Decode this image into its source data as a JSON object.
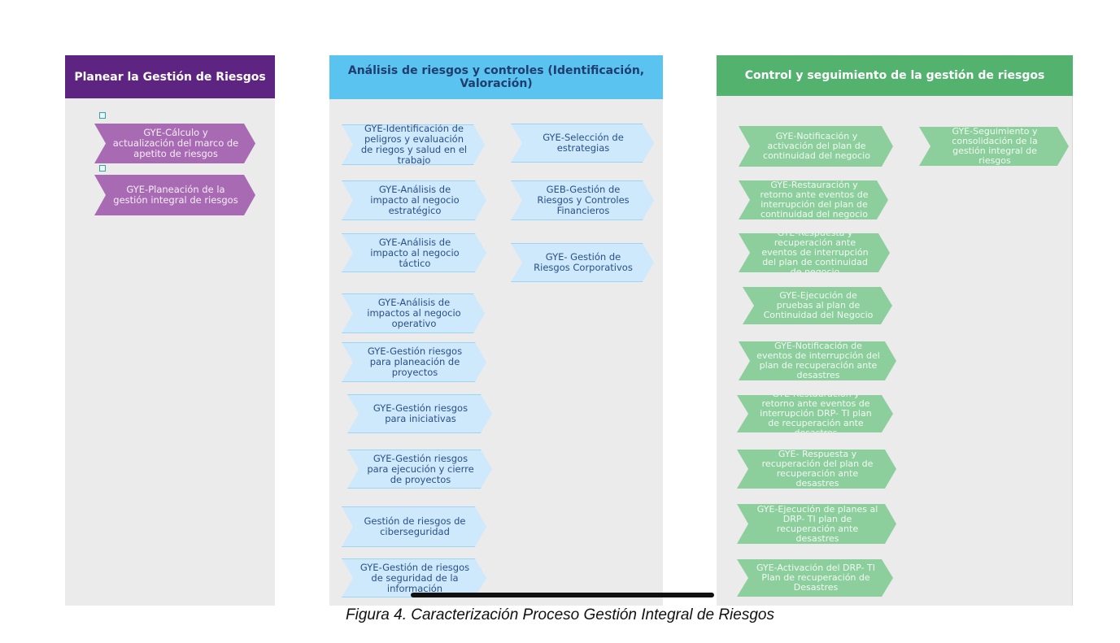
{
  "lanes": [
    {
      "title": "Planear la Gestión de Riesgos",
      "color": "#5e2481",
      "steps": [
        "GYE-Cálculo y actualización del marco de apetito de riesgos",
        "GYE-Planeación de la gestión integral de riesgos"
      ]
    },
    {
      "title": "Análisis de riesgos y controles (Identificación, Valoración)",
      "color": "#5bc3f0",
      "steps_col1": [
        "GYE-Identificación de peligros y evaluación de riegos y salud en el trabajo",
        "GYE-Análisis de impacto al negocio estratégico",
        "GYE-Análisis de impacto al negocio táctico",
        "GYE-Análisis de impactos al negocio operativo",
        "GYE-Gestión riesgos para planeación de proyectos",
        "GYE-Gestión riesgos para iniciativas",
        "GYE-Gestión riesgos para ejecución y cierre de proyectos",
        "Gestión de riesgos de ciberseguridad",
        "GYE-Gestión de riesgos de seguridad de la información"
      ],
      "steps_col2": [
        "GYE-Selección de estrategias",
        "GEB-Gestión de Riesgos y Controles Financieros",
        "GYE- Gestión de Riesgos Corporativos"
      ]
    },
    {
      "title": "Control y seguimiento de la gestión de riesgos",
      "color": "#52b26e",
      "steps_col1": [
        "GYE-Notificación y activación del plan de continuidad del negocio",
        "GYE-Restauración y retorno ante eventos de interrupción del plan de continuidad del negocio",
        "GYE-Respuesta y recuperación ante eventos de interrupción del plan de continuidad de negocio",
        "GYE-Ejecución de pruebas al plan de Continuidad del Negocio",
        "GYE-Notificación de eventos de interrupción del plan de recuperación ante desastres",
        "GYE-Restauración y retorno ante eventos de interrupción DRP- TI plan de recuperación ante desastres",
        "GYE- Respuesta y recuperación del plan de recuperación ante desastres",
        "GYE-Ejecución de planes al DRP- TI plan de recuperación ante desastres",
        "GYE-Activación del DRP- TI Plan de recuperación de Desastres"
      ],
      "steps_col2": [
        "GYE-Seguimiento y consolidación de la gestión integral de riesgos"
      ]
    }
  ],
  "caption": "Figura 4. Caracterización Proceso Gestión Integral de Riesgos"
}
